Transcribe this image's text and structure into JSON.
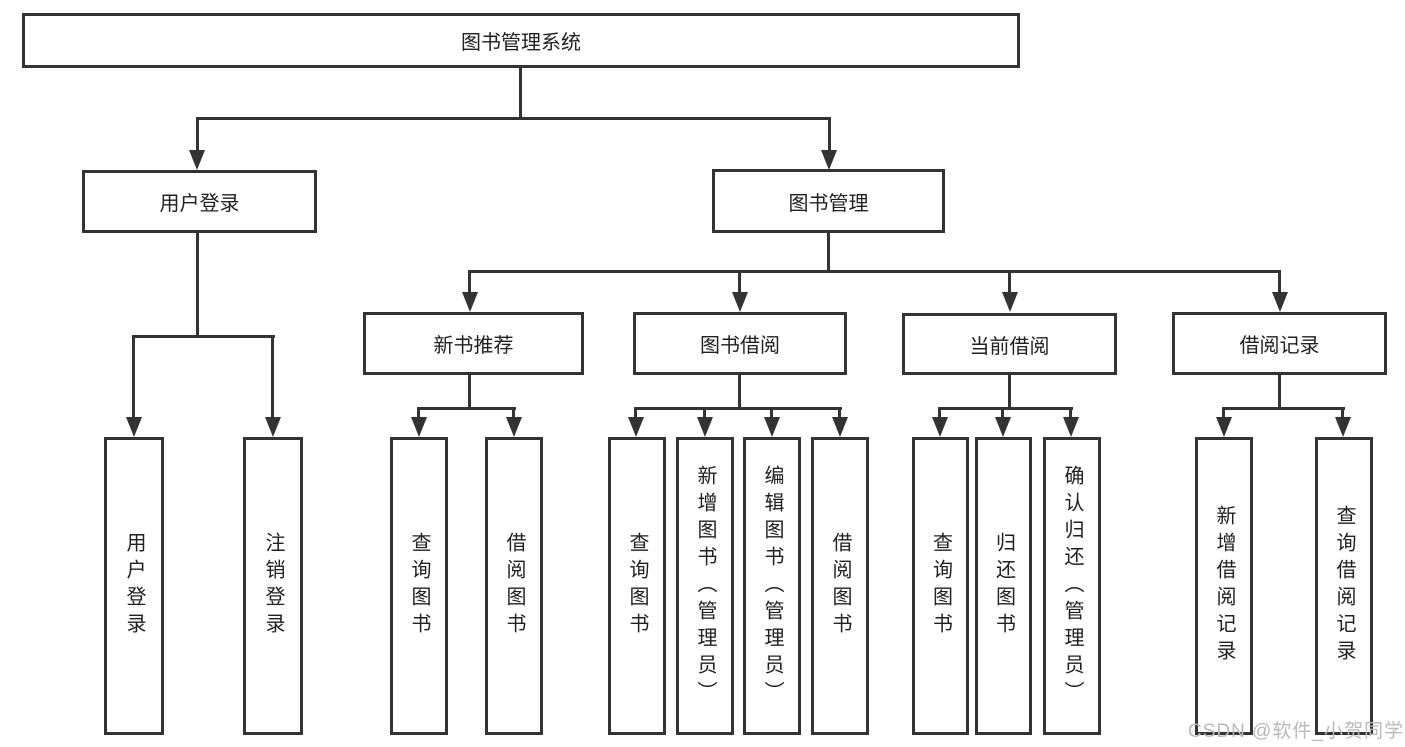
{
  "diagram": {
    "root": {
      "label": "图书管理系统"
    },
    "level2": [
      {
        "label": "用户登录"
      },
      {
        "label": "图书管理"
      }
    ],
    "user_login_children": [
      "用户登录",
      "注销登录"
    ],
    "modules": [
      {
        "label": "新书推荐",
        "children": [
          "查询图书",
          "借阅图书"
        ]
      },
      {
        "label": "图书借阅",
        "children": [
          "查询图书",
          "新增图书（管理员）",
          "编辑图书（管理员）",
          "借阅图书"
        ]
      },
      {
        "label": "当前借阅",
        "children": [
          "查询图书",
          "归还图书",
          "确认归还（管理员）"
        ]
      },
      {
        "label": "借阅记录",
        "children": [
          "新增借阅记录",
          "查询借阅记录"
        ]
      }
    ],
    "watermark": "CSDN @软件_小贺同学",
    "colors": {
      "line": "#333333",
      "text": "#212121",
      "box_background": "#ffffff",
      "page_background": "#ffffff",
      "watermark": "#b9b9b9"
    }
  }
}
